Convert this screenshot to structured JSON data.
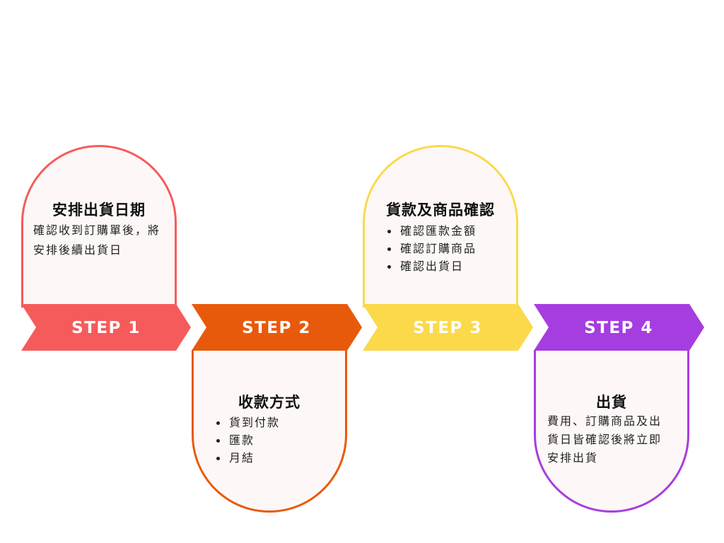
{
  "colors": {
    "step1": "#f65b5b",
    "step2": "#e85a0b",
    "step3": "#fcd94a",
    "step4": "#a63de0",
    "card_bg": "#fdf8f7"
  },
  "steps": [
    {
      "label": "STEP 1",
      "title": "安排出貨日期",
      "desc_lines": [
        "確認收到訂購單後，將",
        "安排後續出貨日"
      ],
      "items": []
    },
    {
      "label": "STEP 2",
      "title": "收款方式",
      "desc_lines": [],
      "items": [
        "貨到付款",
        "匯款",
        "月結"
      ]
    },
    {
      "label": "STEP 3",
      "title": "貨款及商品確認",
      "desc_lines": [],
      "items": [
        "確認匯款金額",
        "確認訂購商品",
        "確認出貨日"
      ]
    },
    {
      "label": "STEP 4",
      "title": "出貨",
      "desc_lines": [
        "費用、訂購商品及出",
        "貨日皆確認後將立即",
        "安排出貨"
      ],
      "items": []
    }
  ]
}
